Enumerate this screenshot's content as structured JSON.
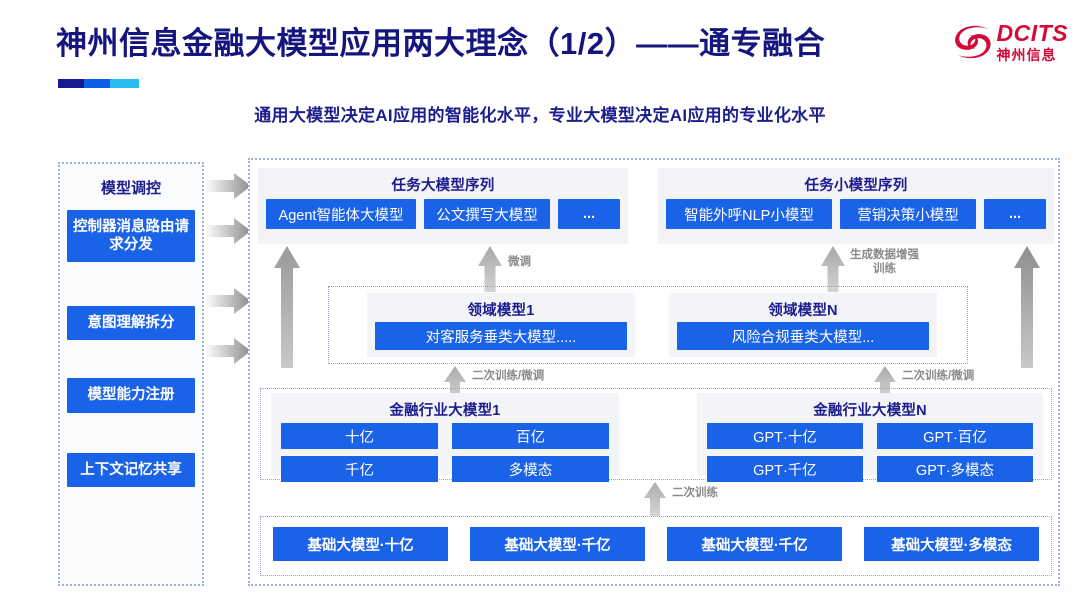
{
  "header": {
    "title": "神州信息金融大模型应用两大理念（1/2）——通专融合",
    "subtitle": "通用大模型决定AI应用的智能化水平，专业大模型决定AI应用的专业化水平",
    "logo_en": "DCITS",
    "logo_cn": "神州信息",
    "accent_navy": "#15157F",
    "accent_blue": "#1A62E8",
    "accent_red": "#D5093A"
  },
  "sidebar": {
    "title": "模型调控",
    "items": [
      {
        "label": "控制器消息路由请求分发"
      },
      {
        "label": "意图理解拆分"
      },
      {
        "label": "模型能力注册"
      },
      {
        "label": "上下文记忆共享"
      }
    ]
  },
  "task_groups": [
    {
      "title": "任务大模型序列",
      "chips": [
        "Agent智能体大模型",
        "公文撰写大模型",
        "..."
      ]
    },
    {
      "title": "任务小模型序列",
      "chips": [
        "智能外呼NLP小模型",
        "营销决策小模型",
        "..."
      ]
    }
  ],
  "domain_models": [
    {
      "title": "领域模型1",
      "chip": "对客服务垂类大模型....."
    },
    {
      "title": "领域模型N",
      "chip": "风险合规垂类大模型..."
    }
  ],
  "industry_models": [
    {
      "title": "金融行业大模型1",
      "cells": [
        "十亿",
        "百亿",
        "千亿",
        "多模态"
      ]
    },
    {
      "title": "金融行业大模型N",
      "cells": [
        "GPT·十亿",
        "GPT·百亿",
        "GPT·千亿",
        "GPT·多模态"
      ]
    }
  ],
  "base_models": {
    "cells": [
      "基础大模型·十亿",
      "基础大模型·千亿",
      "基础大模型·千亿",
      "基础大模型·多模态"
    ]
  },
  "arrow_labels": {
    "finetune": "微调",
    "data_aug": "生成数据增强\n训练",
    "retrain_finetune_left": "二次训练/微调",
    "retrain_finetune_right": "二次训练/微调",
    "retrain": "二次训练"
  }
}
